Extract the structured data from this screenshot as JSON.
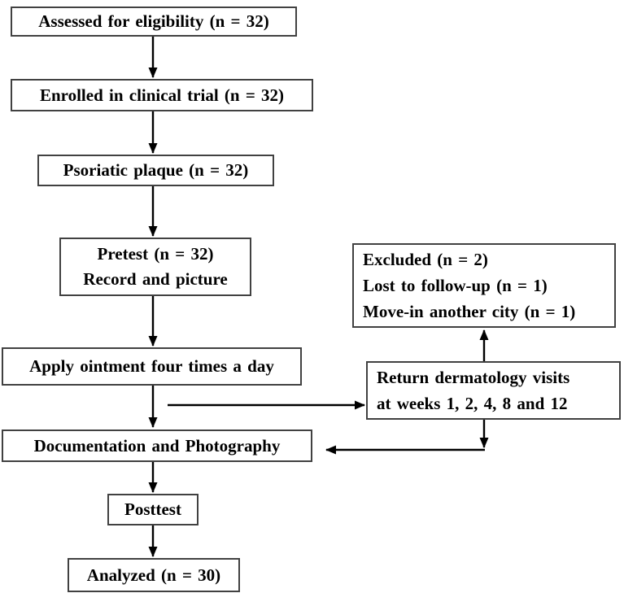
{
  "diagram": {
    "type": "flowchart",
    "description": "Clinical trial participant flow diagram",
    "boxes": {
      "assessed": {
        "lines": [
          "Assessed for eligibility (n = 32)"
        ]
      },
      "enrolled": {
        "lines": [
          "Enrolled in clinical trial (n = 32)"
        ]
      },
      "psoriatic": {
        "lines": [
          "Psoriatic plaque (n = 32)"
        ]
      },
      "pretest": {
        "lines": [
          "Pretest (n = 32)",
          "Record and picture"
        ]
      },
      "apply": {
        "lines": [
          "Apply ointment four times a day"
        ]
      },
      "excluded": {
        "lines": [
          "Excluded (n = 2)",
          "Lost to follow-up (n = 1)",
          "Move-in another city (n = 1)"
        ]
      },
      "return_visits": {
        "lines": [
          "Return dermatology visits",
          "at weeks 1, 2, 4, 8 and 12"
        ]
      },
      "documentation": {
        "lines": [
          "Documentation and Photography"
        ]
      },
      "posttest": {
        "lines": [
          "Posttest"
        ]
      },
      "analyzed": {
        "lines": [
          "Analyzed (n = 30)"
        ]
      }
    },
    "edges": [
      {
        "from": "assessed",
        "to": "enrolled"
      },
      {
        "from": "enrolled",
        "to": "psoriatic"
      },
      {
        "from": "psoriatic",
        "to": "pretest"
      },
      {
        "from": "pretest",
        "to": "apply"
      },
      {
        "from": "apply",
        "to": "documentation"
      },
      {
        "from": "apply",
        "to": "return_visits"
      },
      {
        "from": "return_visits",
        "to": "excluded"
      },
      {
        "from": "return_visits",
        "to": "documentation"
      },
      {
        "from": "documentation",
        "to": "posttest"
      },
      {
        "from": "posttest",
        "to": "analyzed"
      }
    ],
    "colors": {
      "box_border": "#414141",
      "box_background": "#ffffff",
      "text": "#000000",
      "arrow": "#000000",
      "page_background": "#ffffff"
    }
  }
}
